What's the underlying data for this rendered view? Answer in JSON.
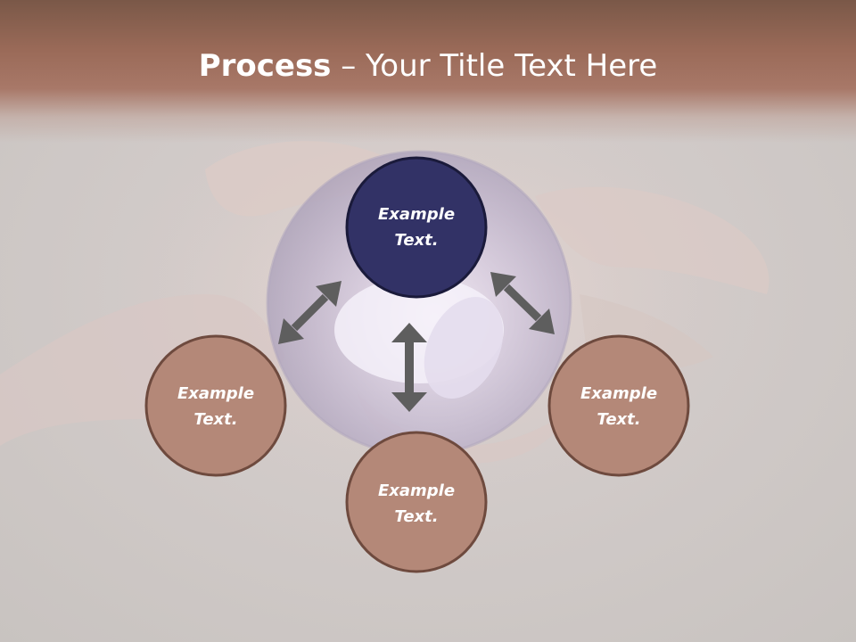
{
  "slide": {
    "title_bold": "Process",
    "title_rest": " – Your Title Text Here"
  },
  "nodes": {
    "top": {
      "line1": "Example",
      "line2": "Text."
    },
    "left": {
      "line1": "Example",
      "line2": "Text."
    },
    "right": {
      "line1": "Example",
      "line2": "Text."
    },
    "bottom": {
      "line1": "Example",
      "line2": "Text."
    }
  },
  "colors": {
    "title_band": "#9a6a58",
    "node_primary": "#323266",
    "node_secondary": "#b48878",
    "node_outline": "#6e4a3e",
    "arrow": "#5e5e5e",
    "background": "#cbc6c3"
  },
  "icons": {
    "arrow_left": "double-headed-arrow",
    "arrow_right": "double-headed-arrow",
    "arrow_vertical": "double-headed-arrow"
  }
}
